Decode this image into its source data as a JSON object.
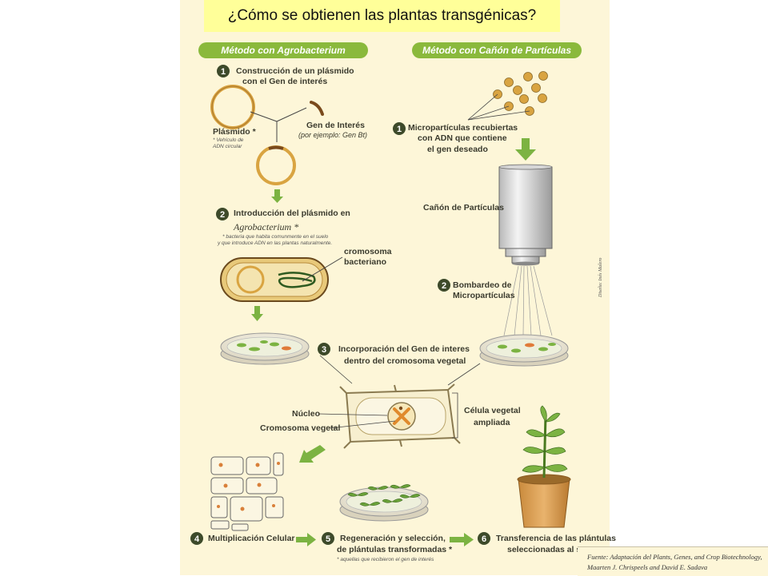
{
  "slide_title": "¿Cómo se obtienen las plantas transgénicas?",
  "method_left": "Método con Agrobacterium",
  "method_right": "Método con Cañón de Partículas",
  "step_numbers": [
    "1",
    "2",
    "3",
    "4",
    "5",
    "6"
  ],
  "step1_left": {
    "line1": "Construcción de un plásmido",
    "line2": "con el Gen de interés"
  },
  "plasmid_label": "Plásmido *",
  "plasmid_note": {
    "line1": "* Vehículo de",
    "line2": "ADN circular"
  },
  "gene_label": "Gen de Interés",
  "gene_example": "(por ejemplo: Gen Bt)",
  "step2_left": {
    "line1": "Introducción del plásmido en",
    "line2": "Agrobacterium *"
  },
  "agro_note": {
    "line1": "* bacteria que habita comunmente en el suelo",
    "line2": "y que introduce ADN en las plantas naturalmente."
  },
  "chromosome_label": {
    "line1": "cromosoma",
    "line2": "bacteriano"
  },
  "step1_right": {
    "line1": "Micropartículas recubiertas",
    "line2": "con ADN que contiene",
    "line3": "el gen deseado"
  },
  "cannon_label": "Cañón de Partículas",
  "step2_right": {
    "line1": "Bombardeo de",
    "line2": "Micropartículas"
  },
  "step3": {
    "line1": "Incorporación del Gen de interes",
    "line2": "dentro del cromosoma vegetal"
  },
  "nucleus_label": "Núcleo",
  "plant_chromosome_label": "Cromosoma vegetal",
  "cell_label": {
    "line1": "Célula vegetal",
    "line2": "ampliada"
  },
  "step4": "Multiplicación Celular",
  "step5": {
    "line1": "Regeneración y selección,",
    "line2": "de plántulas transformadas *"
  },
  "step5_note": "* aquellas que recibieron el gen de interés",
  "step6": {
    "line1": "Transferencia de las plántulas",
    "line2": "seleccionadas al s"
  },
  "credit": "Diseño: Inés Malero",
  "source": {
    "line1": "Fuente: Adaptación del Plants, Genes, and Crop Biotechnology,",
    "line2": "Maarten J. Chrispeels and David E. Sadava"
  },
  "colors": {
    "poster_bg": "#fdf6d8",
    "title_bg": "#ffff99",
    "header_green": "#8ab93c",
    "arrow_green": "#7cb342",
    "step_circle": "#3d4a2a",
    "plant_green": "#6aa23a",
    "text_dark": "#3b3b2e"
  }
}
